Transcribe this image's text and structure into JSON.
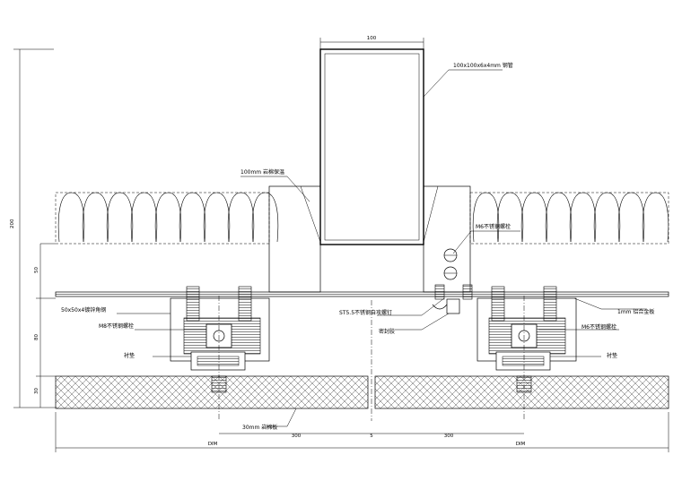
{
  "labels": {
    "steel_tube": "100x100x6x4mm 钢管",
    "insulation_top": "100mm 岩棉保温",
    "anchor_bolt_right": "M6不锈钢螺栓",
    "steel_angle": "50x50x4镀锌角钢",
    "anchor_bolt_left": "M8不锈钢螺栓",
    "tapping_screw": "ST5.5不锈钢自攻螺钉",
    "sealant": "密封胶",
    "aluminum_plate": "1mm 铝合金板",
    "anchor_bolt_right_lower": "M6不锈钢螺栓",
    "pad_left": "衬垫",
    "pad_right": "衬垫",
    "insulation_bottom": "30mm 岩棉板"
  },
  "dimensions": {
    "top_width": "100",
    "total_height": "200",
    "dim_50": "50",
    "dim_80": "80",
    "dim_30": "30",
    "span_left": "300",
    "gap": "5",
    "span_right": "300",
    "dim_left": "DIM",
    "dim_right": "DIM"
  }
}
